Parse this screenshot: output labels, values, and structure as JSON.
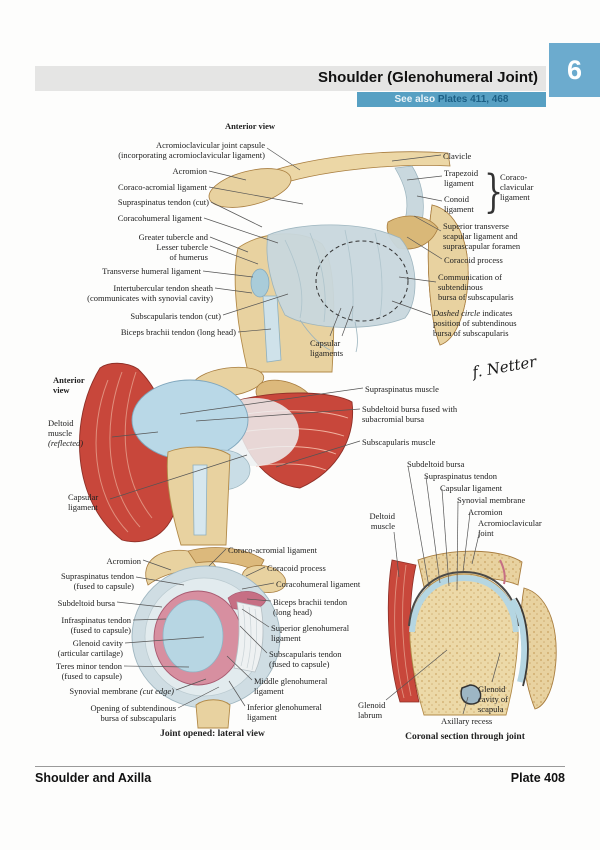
{
  "header": {
    "tab": "6",
    "title": "Shoulder (Glenohumeral Joint)",
    "see_also_prefix": "See also",
    "see_also_plates": "Plates 411, 468"
  },
  "footer": {
    "left": "Shoulder and Axilla",
    "right": "Plate 408"
  },
  "signature": "f. Netter",
  "colors": {
    "accent_blue": "#57a0c3",
    "tab_blue": "#6cabce",
    "bone": "#e8d2a0",
    "muscle_red": "#c8473b",
    "bursa_blue": "#b9d8e7"
  },
  "fig1": {
    "title": "Anterior view",
    "labels": {
      "acj_capsule": "Acromioclavicular joint capsule\n(incorporating acromioclavicular ligament)",
      "acromion": "Acromion",
      "coraco_acromial": "Coraco-acromial ligament",
      "supraspinatus": "Supraspinatus tendon (cut)",
      "coracohumeral": "Coracohumeral ligament",
      "tubercles": "Greater tubercle and\nLesser tubercle\nof humerus",
      "transverse_humeral": "Transverse humeral ligament",
      "intertubercular": "Intertubercular tendon sheath\n(communicates with synovial cavity)",
      "subscapularis": "Subscapularis tendon (cut)",
      "biceps": "Biceps brachii tendon (long head)",
      "capsular": "Capsular\nligaments",
      "clavicle": "Clavicle",
      "trapezoid": "Trapezoid\nligament",
      "conoid": "Conoid\nligament",
      "brace": "}",
      "coracoclavicular": "Coraco-\nclavicular\nligament",
      "sup_transverse": "Superior transverse\nscapular ligament and\nsuprascapular foramen",
      "coracoid": "Coracoid process",
      "communication": "Communication of\nsubtendinous\nbursa of subscapularis",
      "dashed_italic": "Dashed circle",
      "dashed_rest": "indicates\nposition of subtendinous\nbursa of subscapularis"
    }
  },
  "fig2": {
    "title": "Anterior\nview",
    "labels": {
      "deltoid_main": "Deltoid\nmuscle",
      "deltoid_italic": "(reflected)",
      "capsular": "Capsular\nligament",
      "supraspinatus": "Supraspinatus muscle",
      "subdeltoid": "Subdeltoid bursa fused with\nsubacromial bursa",
      "subscapularis": "Subscapularis muscle"
    }
  },
  "fig3": {
    "caption": "Joint opened: lateral view",
    "labels": {
      "acromion": "Acromion",
      "supraspinatus": "Supraspinatus tendon\n(fused to capsule)",
      "subdeltoid": "Subdeltoid bursa",
      "infraspinatus": "Infraspinatus tendon\n(fused to capsule)",
      "glenoid_cavity": "Glenoid cavity\n(articular cartilage)",
      "teres_minor": "Teres minor tendon\n(fused to capsule)",
      "synovial_main": "Synovial membrane ",
      "synovial_italic": "(cut edge)",
      "opening": "Opening of subtendinous\nbursa of subscapularis",
      "coraco_acromial": "Coraco-acromial ligament",
      "coracoid": "Coracoid process",
      "coracohumeral": "Coracohumeral ligament",
      "biceps": "Biceps brachii tendon\n(long head)",
      "superior_gh": "Superior glenohumeral\nligament",
      "subscapularis": "Subscapularis tendon\n(fused to capsule)",
      "middle_gh": "Middle glenohumeral\nligament",
      "inferior_gh": "Inferior glenohumeral\nligament"
    }
  },
  "fig4": {
    "caption": "Coronal section through joint",
    "labels": {
      "subdeltoid": "Subdeltoid bursa",
      "supraspinatus": "Supraspinatus tendon",
      "capsular": "Capsular ligament",
      "synovial": "Synovial membrane",
      "acromion": "Acromion",
      "ac_joint": "Acromioclavicular\njoint",
      "deltoid": "Deltoid\nmuscle",
      "glenoid_labrum": "Glenoid\nlabrum",
      "glenoid_cavity": "Glenoid\ncavity of\nscapula",
      "axillary": "Axillary recess"
    }
  }
}
